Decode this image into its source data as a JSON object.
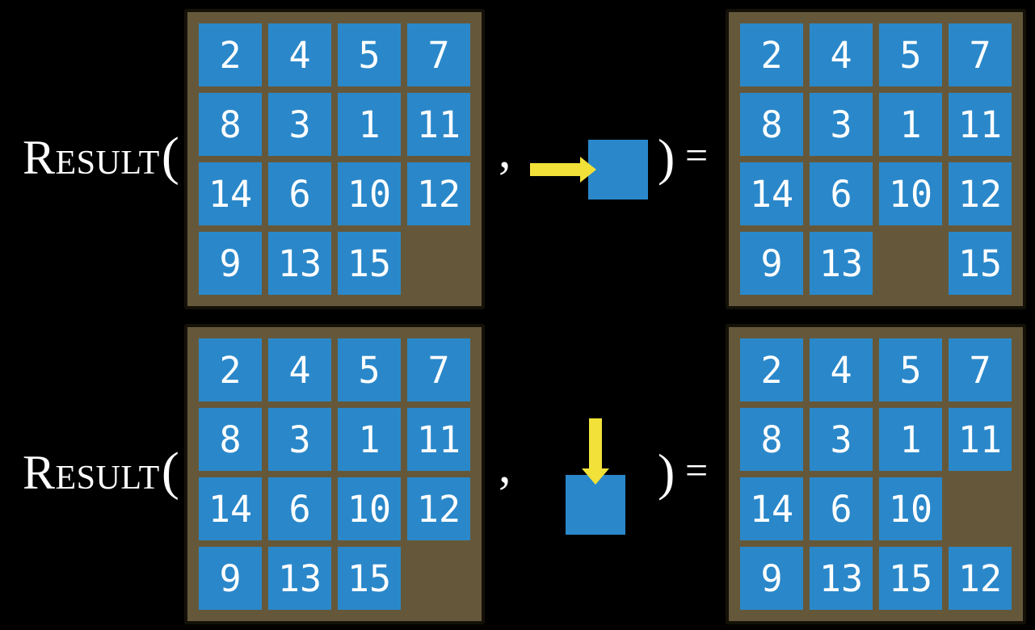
{
  "colors": {
    "background": "#000000",
    "board_background": "#65583A",
    "board_border": "#141109",
    "tile_blue": "#2A88CA",
    "number_text": "#FFFFFF",
    "arrow_yellow": "#F2E139",
    "formula_text": "#FFFFFF"
  },
  "equations": [
    {
      "function_name": "Result",
      "open_paren": "(",
      "comma": ",",
      "close_paren": ")",
      "equals_sign": "=",
      "action": {
        "direction": "right",
        "icon": "arrow-right-icon"
      },
      "input_grid": [
        [
          2,
          4,
          5,
          7
        ],
        [
          8,
          3,
          1,
          11
        ],
        [
          14,
          6,
          10,
          12
        ],
        [
          9,
          13,
          15,
          null
        ]
      ],
      "output_grid": [
        [
          2,
          4,
          5,
          7
        ],
        [
          8,
          3,
          1,
          11
        ],
        [
          14,
          6,
          10,
          12
        ],
        [
          9,
          13,
          null,
          15
        ]
      ]
    },
    {
      "function_name": "Result",
      "open_paren": "(",
      "comma": ",",
      "close_paren": ")",
      "equals_sign": "=",
      "action": {
        "direction": "down",
        "icon": "arrow-down-icon"
      },
      "input_grid": [
        [
          2,
          4,
          5,
          7
        ],
        [
          8,
          3,
          1,
          11
        ],
        [
          14,
          6,
          10,
          12
        ],
        [
          9,
          13,
          15,
          null
        ]
      ],
      "output_grid": [
        [
          2,
          4,
          5,
          7
        ],
        [
          8,
          3,
          1,
          11
        ],
        [
          14,
          6,
          10,
          null
        ],
        [
          9,
          13,
          15,
          12
        ]
      ]
    }
  ]
}
